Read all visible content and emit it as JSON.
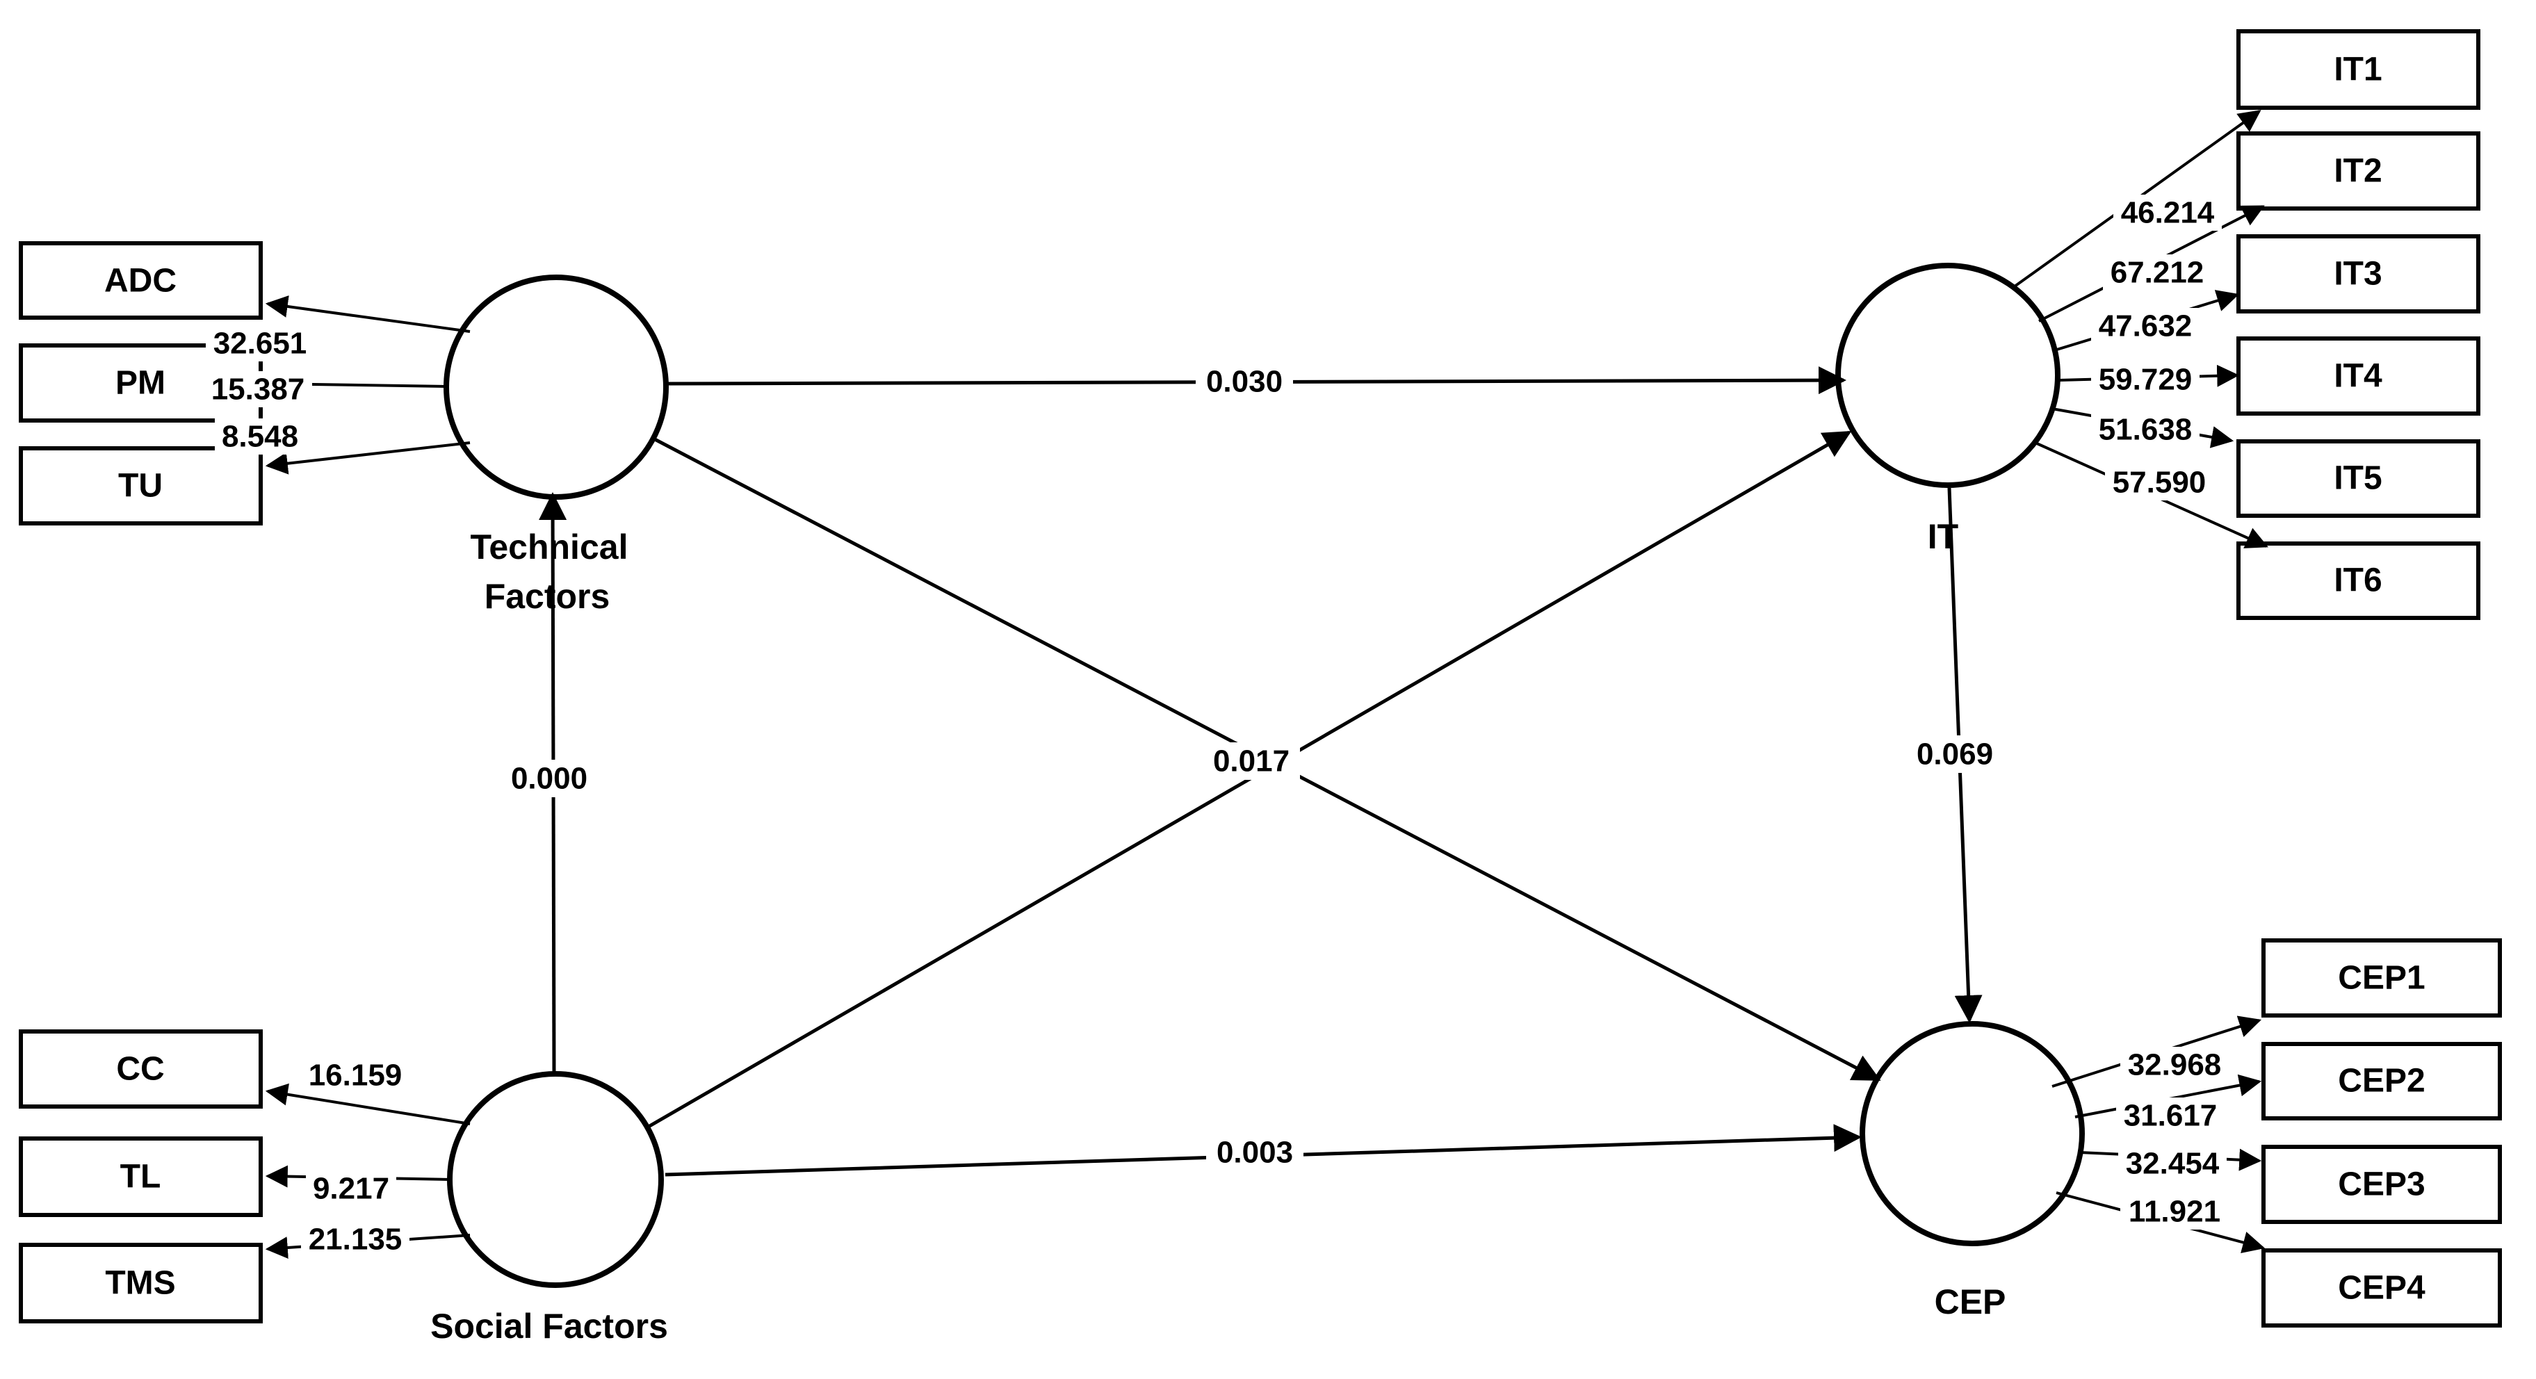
{
  "nodes": {
    "technical": {
      "line1": "Technical",
      "line2": "Factors"
    },
    "social": {
      "label": "Social Factors"
    },
    "it": {
      "label": "IT"
    },
    "cep": {
      "label": "CEP"
    }
  },
  "indicators": {
    "technical": [
      {
        "name": "ADC",
        "loading": "32.651"
      },
      {
        "name": "PM",
        "loading": "15.387"
      },
      {
        "name": "TU",
        "loading": "8.548"
      }
    ],
    "social": [
      {
        "name": "CC",
        "loading": "16.159"
      },
      {
        "name": "TL",
        "loading": "9.217"
      },
      {
        "name": "TMS",
        "loading": "21.135"
      }
    ],
    "it": [
      {
        "name": "IT1",
        "loading": "46.214"
      },
      {
        "name": "IT2",
        "loading": "67.212"
      },
      {
        "name": "IT3",
        "loading": "47.632"
      },
      {
        "name": "IT4",
        "loading": "59.729"
      },
      {
        "name": "IT5",
        "loading": "51.638"
      },
      {
        "name": "IT6",
        "loading": "57.590"
      }
    ],
    "cep": [
      {
        "name": "CEP1",
        "loading": "32.968"
      },
      {
        "name": "CEP2",
        "loading": "31.617"
      },
      {
        "name": "CEP3",
        "loading": "32.454"
      },
      {
        "name": "CEP4",
        "loading": "11.921"
      }
    ]
  },
  "paths": {
    "social_to_technical": "0.000",
    "technical_to_it": "0.030",
    "cross_diagonal": "0.017",
    "social_to_cep": "0.003",
    "it_to_cep": "0.069"
  },
  "colors": {
    "stroke": "#000000",
    "background": "#ffffff",
    "text": "#000000"
  }
}
